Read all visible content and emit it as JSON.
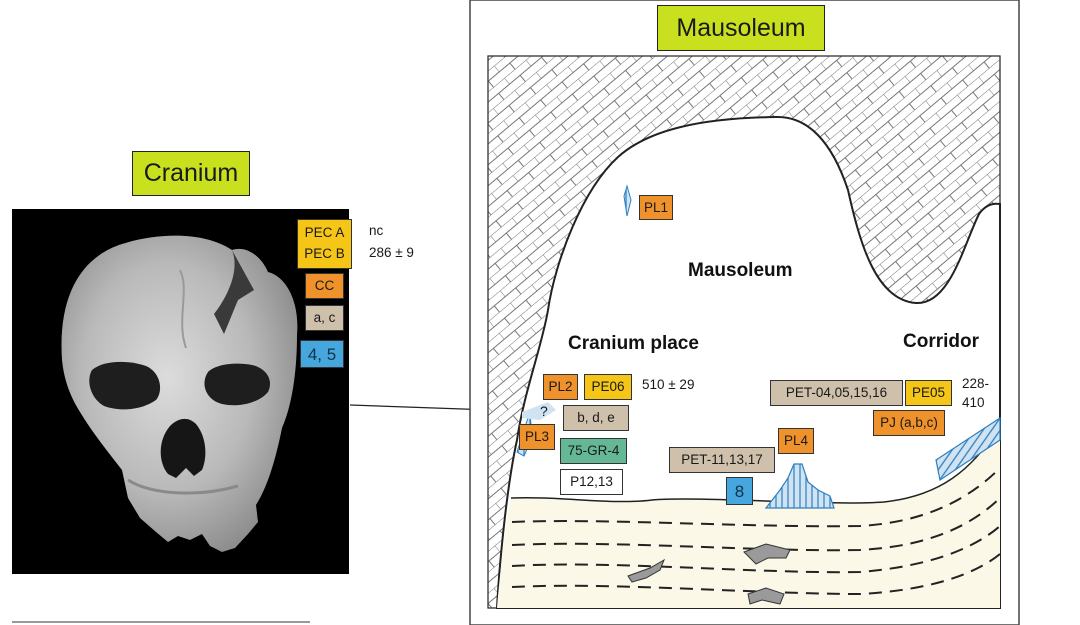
{
  "cranium": {
    "title": "Cranium",
    "tags": {
      "pec_a": "PEC A",
      "pec_b": "PEC B",
      "cc": "CC",
      "ac": "a, c",
      "num": "4, 5"
    },
    "values": {
      "nc": "nc",
      "pec_b_value": "286 ± 9"
    }
  },
  "mausoleum": {
    "title": "Mausoleum",
    "labels": {
      "mausoleum": "Mausoleum",
      "cranium_place": "Cranium place",
      "corridor": "Corridor"
    },
    "tags": {
      "pl1": "PL1",
      "pl2": "PL2",
      "pl3": "PL3",
      "pl4": "PL4",
      "pe06": "PE06",
      "pe05": "PE05",
      "bde": "b, d, e",
      "gr4": "75-GR-4",
      "p1213": "P12,13",
      "pet_a": "PET-04,05,15,16",
      "pet_b": "PET-11,13,17",
      "pj": "PJ (a,b,c)",
      "eight": "8"
    },
    "values": {
      "pe06_value": "510 ± 29",
      "pe05_value_1": "228-",
      "pe05_value_2": "410",
      "question": "?"
    }
  },
  "colors": {
    "title_green": "#c9e01f",
    "orange": "#f0922b",
    "yellow": "#f5c518",
    "beige": "#cec0ab",
    "blue": "#45a7dd",
    "green": "#64b896",
    "sediment": "#fbf8e8"
  }
}
